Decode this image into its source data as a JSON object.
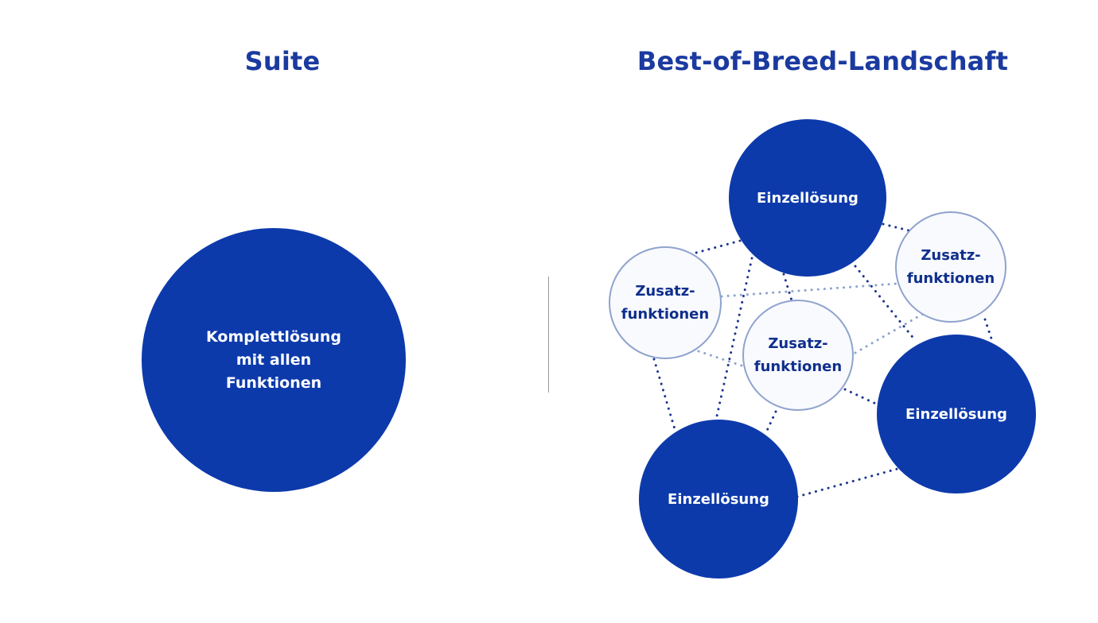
{
  "headings": {
    "suite": "Suite",
    "best_of_breed": "Best-of-Breed-Landschaft"
  },
  "suite_circle": {
    "label": "Komplettlösung mit allen Funktionen"
  },
  "solutions": {
    "top": "Einzellösung",
    "right": "Einzellösung",
    "bottom": "Einzellösung"
  },
  "addons": {
    "left": "Zusatz-\nfunktionen",
    "center": "Zusatz-\nfunktionen",
    "right": "Zusatz-\nfunktionen"
  },
  "colors": {
    "primary": "#0d3aab",
    "heading": "#1b3aa0",
    "outline": "#8fa3cd",
    "dark_link": "#1a3390",
    "light_link": "#8fa3cd"
  }
}
